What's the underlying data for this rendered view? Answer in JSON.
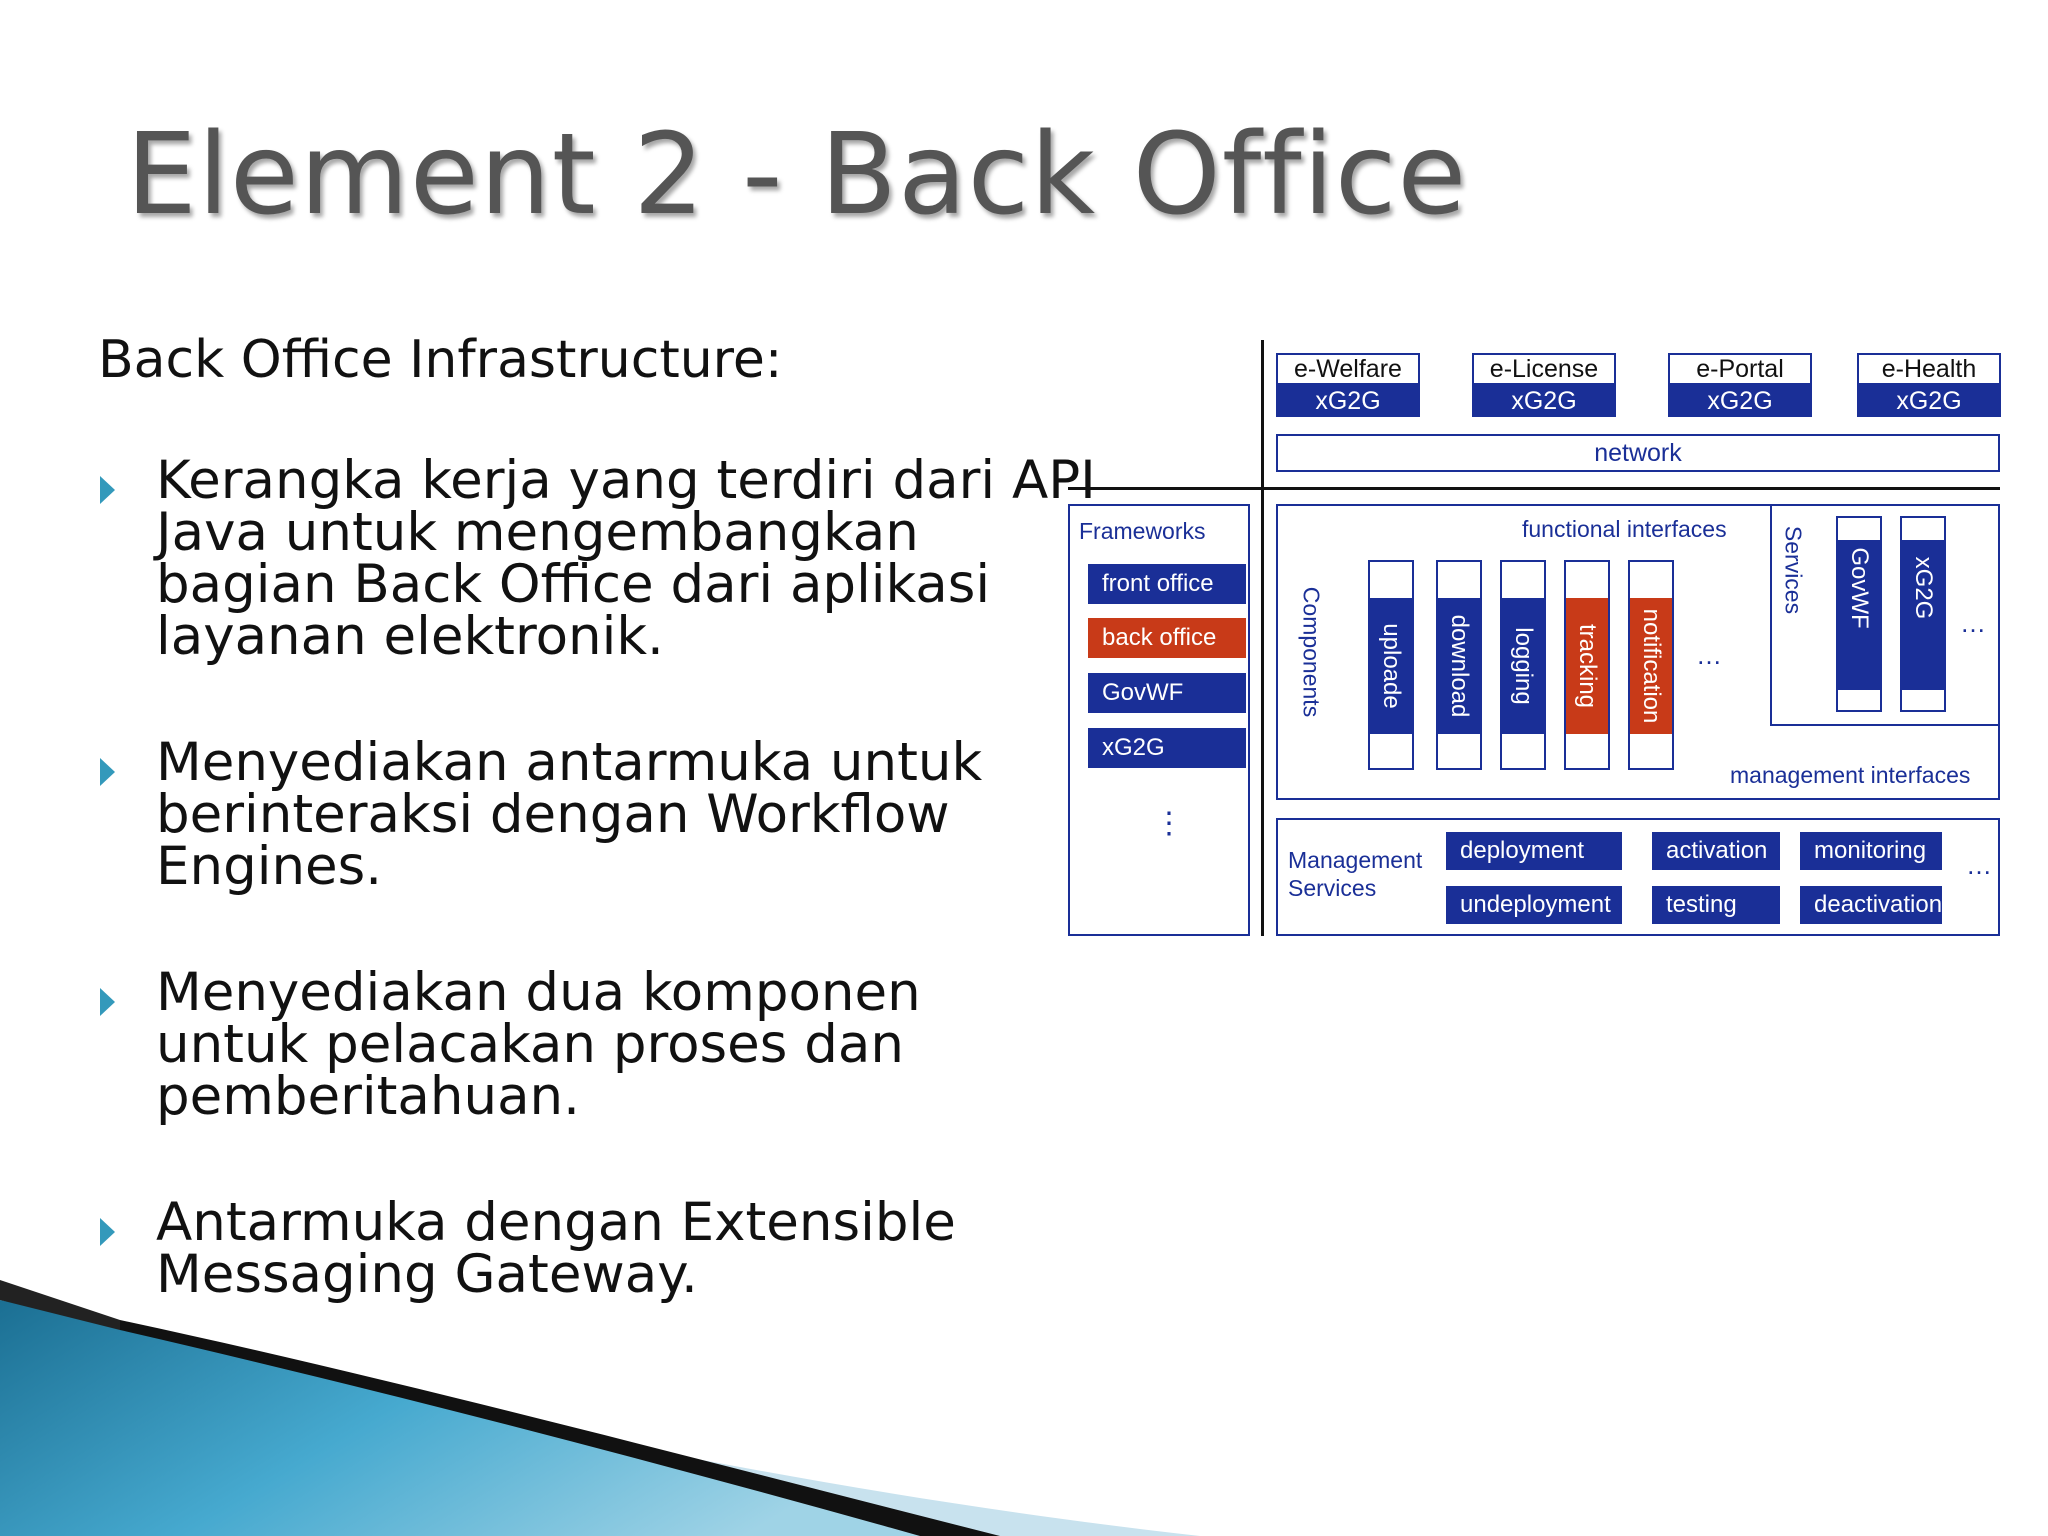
{
  "slide": {
    "title": "Element 2 - Back Office",
    "intro": "Back Office Infrastructure:",
    "bullets": [
      "Kerangka kerja yang terdiri dari API Java untuk mengembangkan bagian Back Office dari aplikasi layanan elektronik.",
      "Menyediakan antarmuka untuk berinteraksi dengan Workflow Engines.",
      "Menyediakan dua komponen untuk pelacakan proses dan pemberitahuan.",
      "Antarmuka dengan Extensible Messaging Gateway."
    ]
  },
  "diagram": {
    "apps": [
      {
        "name": "e-Welfare",
        "sub": "xG2G"
      },
      {
        "name": "e-License",
        "sub": "xG2G"
      },
      {
        "name": "e-Portal",
        "sub": "xG2G"
      },
      {
        "name": "e-Health",
        "sub": "xG2G"
      }
    ],
    "network": "network",
    "frameworks": {
      "label": "Frameworks",
      "items": [
        "front office",
        "back office",
        "GovWF",
        "xG2G"
      ],
      "more": "⋮"
    },
    "functional_interfaces": "functional interfaces",
    "components_label": "Components",
    "components": [
      "uploade",
      "download",
      "logging",
      "tracking",
      "notification"
    ],
    "components_more": "…",
    "services_label": "Services",
    "services": [
      "GovWF",
      "xG2G"
    ],
    "services_more": "…",
    "management_interfaces": "management interfaces",
    "management_services": {
      "label_line1": "Management",
      "label_line2": "Services",
      "row1": [
        "deployment",
        "activation",
        "monitoring"
      ],
      "row2": [
        "undeployment",
        "testing",
        "deactivation"
      ],
      "more": "…"
    },
    "colors": {
      "navy": "#1a2f97",
      "red": "#c83a18",
      "bullet": "#3399bb"
    }
  }
}
